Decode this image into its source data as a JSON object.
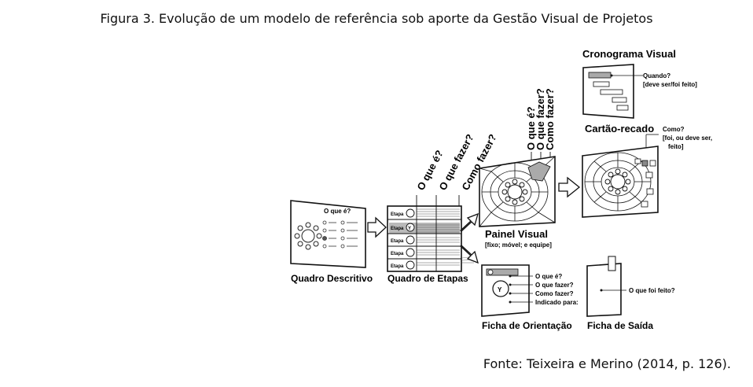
{
  "caption": "Figura 3. Evolução de um modelo de referência sob aporte da Gestão Visual de Projetos",
  "source": "Fonte: Teixeira e Merino (2014, p. 126).",
  "diagram": {
    "quadro_descritivo": {
      "label": "Quadro Descritivo",
      "question": "O que é?"
    },
    "quadro_etapas": {
      "label": "Quadro de Etapas",
      "column_questions": [
        "O que é?",
        "O que fazer?",
        "Como fazer?"
      ],
      "rows": [
        "Etapa",
        "Etapa",
        "Etapa",
        "Etapa",
        "Etapa"
      ]
    },
    "painel_visual": {
      "label": "Painel Visual",
      "sublabel": "[fixo; móvel; e equipe]",
      "questions": [
        "O que é?",
        "O que fazer?",
        "Como fazer?"
      ]
    },
    "cronograma": {
      "label": "Cronograma Visual",
      "note_1": "Quando?",
      "note_2": "[deve ser/foi feito]"
    },
    "cartao": {
      "label": "Cartão-recado",
      "note_1": "Como?",
      "note_2": "[foi, ou deve ser,",
      "note_3": "feito]"
    },
    "ficha_orientacao": {
      "label": "Ficha de Orientação",
      "items": [
        "O que é?",
        "O que fazer?",
        "Como fazer?",
        "Indicado para:"
      ]
    },
    "ficha_saida": {
      "label": "Ficha de Saída",
      "question": "O que foi feito?"
    }
  }
}
